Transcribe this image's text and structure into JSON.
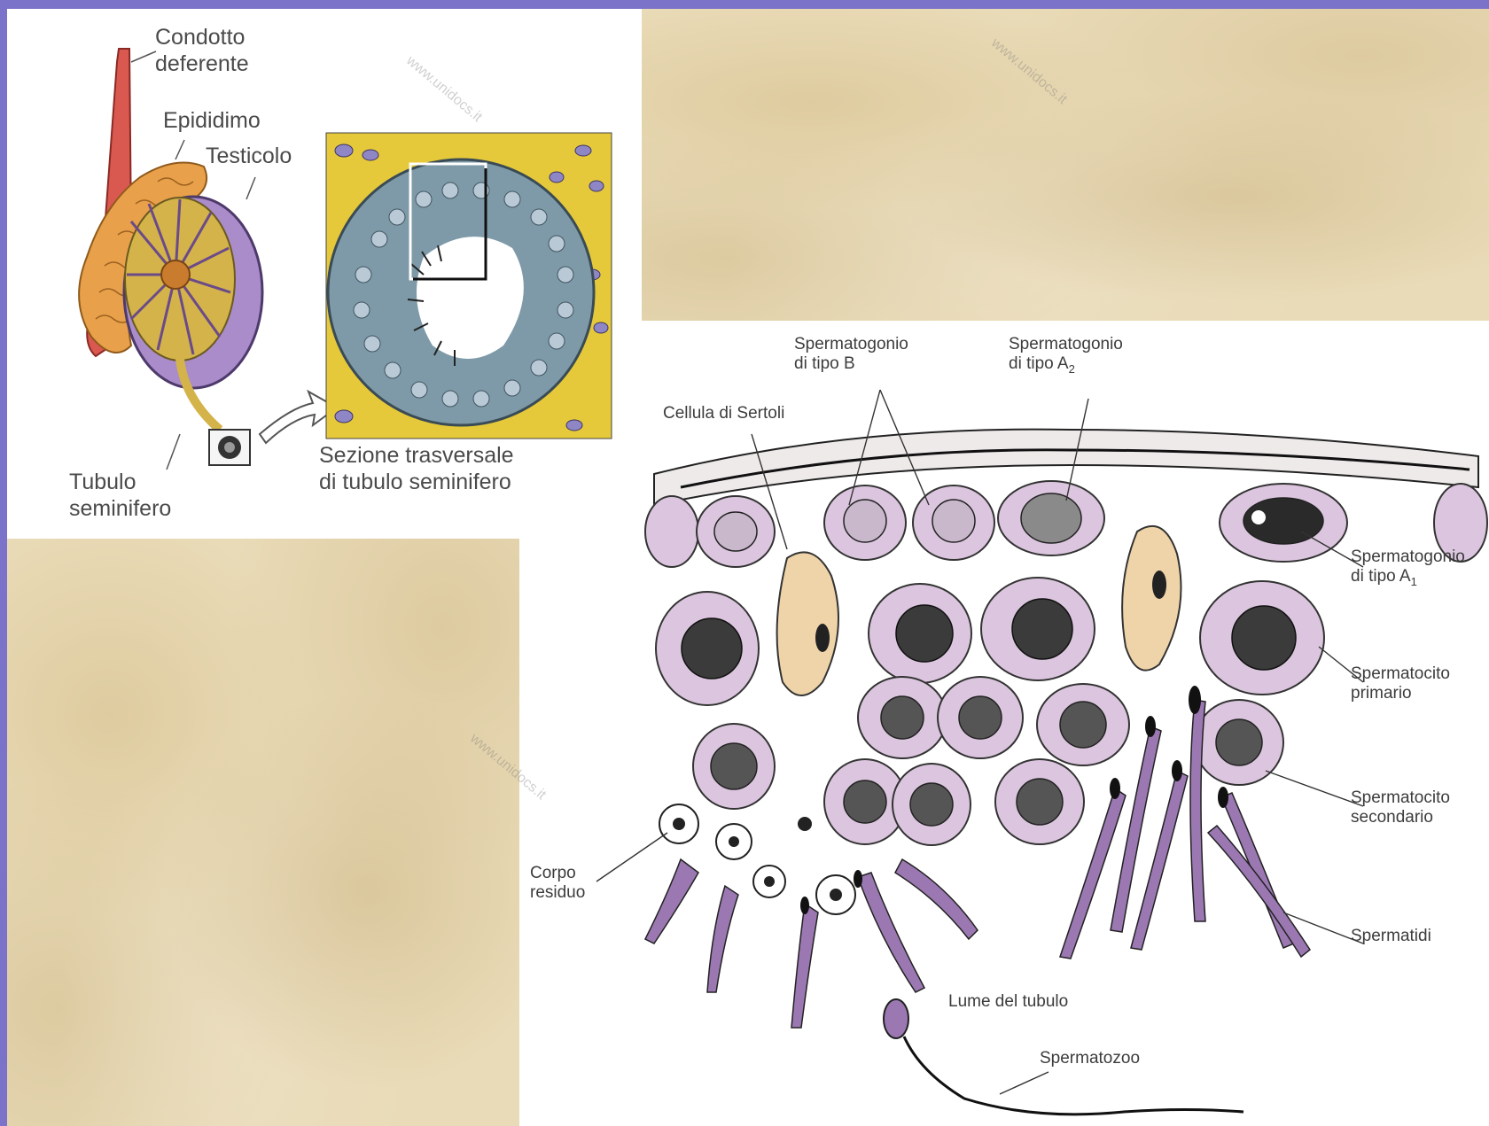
{
  "labels": {
    "condotto": "Condotto\ndeferente",
    "epididimo": "Epididimo",
    "testicolo": "Testicolo",
    "tubulo": "Tubulo\nseminifero",
    "sezione": "Sezione trasversale\ndi tubulo seminifero",
    "spermatogonio_b": "Spermatogonio\ndi tipo B",
    "spermatogonio_a2": "Spermatogonio\ndi tipo A",
    "a2_sub": "2",
    "sertoli": "Cellula di Sertoli",
    "spermatogonio_a1": "Spermatogonio\ndi tipo A",
    "a1_sub": "1",
    "spermatocito_primario": "Spermatocito\nprimario",
    "spermatocito_secondario": "Spermatocito\nsecondario",
    "corpo_residuo": "Corpo\nresiduo",
    "spermatidi": "Spermatidi",
    "lume": "Lume del tubulo",
    "spermatozoo": "Spermatozoo"
  },
  "watermarks": [
    "www.unidocs.it",
    "www.unidocs.it",
    "www.unidocs.it"
  ],
  "colors": {
    "frame": "#7b72c9",
    "vas_deferens": "#d9584f",
    "epididymis": "#e8a04a",
    "testis_purple": "#a98cc9",
    "tubule_yellow": "#e5c93a",
    "cell_lilac": "#d9c2dd",
    "sertoli_tan": "#f0d4a9",
    "spermatid_purple": "#9b78b2"
  }
}
